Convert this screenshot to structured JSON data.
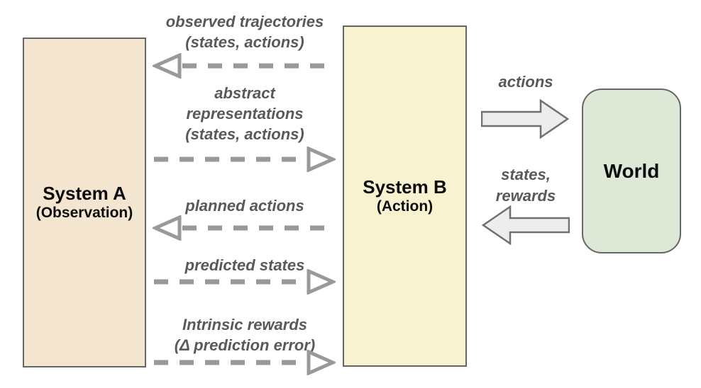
{
  "nodes": {
    "system_a": {
      "title": "System A",
      "subtitle": "(Observation)"
    },
    "system_b": {
      "title": "System B",
      "subtitle": "(Action)"
    },
    "world": {
      "title": "World"
    }
  },
  "ab_links": [
    {
      "lines": [
        "observed trajectories",
        "(states, actions)"
      ],
      "direction": "left",
      "style": "dashed"
    },
    {
      "lines": [
        "abstract",
        "representations",
        "(states, actions)"
      ],
      "direction": "right",
      "style": "dashed"
    },
    {
      "lines": [
        "planned actions"
      ],
      "direction": "left",
      "style": "dashed"
    },
    {
      "lines": [
        "predicted states"
      ],
      "direction": "right",
      "style": "dashed"
    },
    {
      "lines": [
        "Intrinsic rewards",
        "(Δ prediction error)"
      ],
      "direction": "right",
      "style": "dashed"
    }
  ],
  "world_links": [
    {
      "lines": [
        "actions"
      ],
      "direction": "right",
      "style": "solid-block"
    },
    {
      "lines": [
        "states,",
        "rewards"
      ],
      "direction": "left",
      "style": "solid-block"
    }
  ],
  "colors": {
    "system_a_fill": "#f3e5cf",
    "system_b_fill": "#f8f2d0",
    "world_fill": "#dde9d6",
    "node_border": "#666666",
    "dashed_arrow": "#999999",
    "block_arrow_fill": "#ededed",
    "block_arrow_border": "#707070",
    "label_text": "#595959"
  }
}
